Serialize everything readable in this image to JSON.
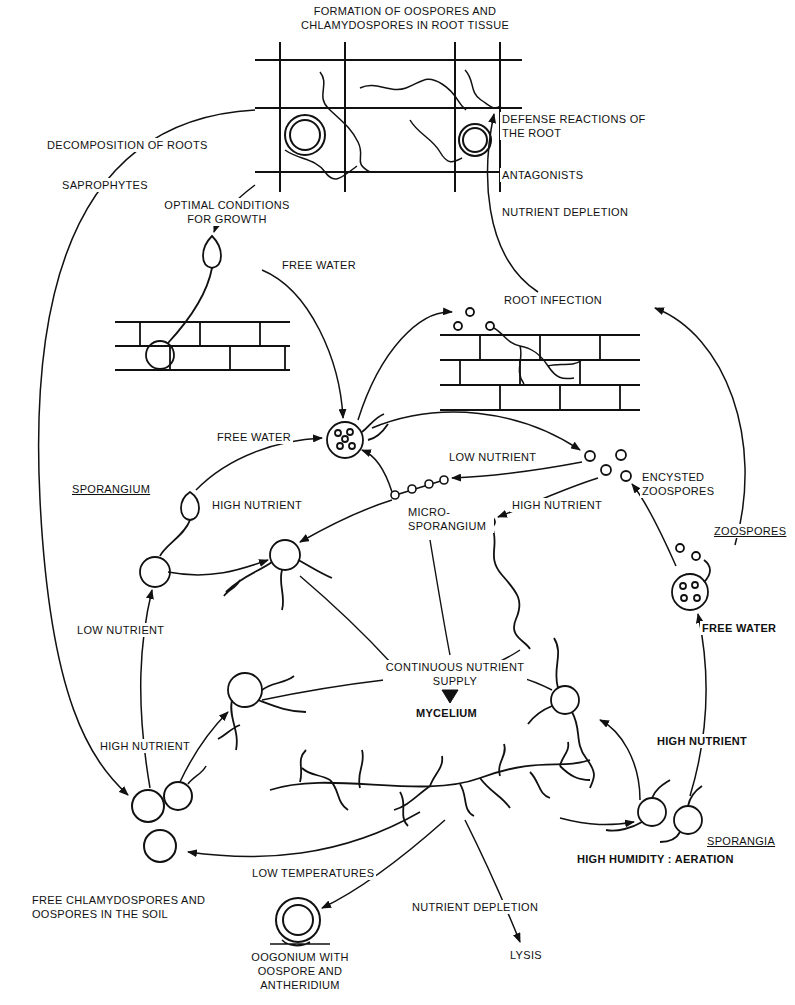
{
  "diagram": {
    "labels": [
      "FORMATION OF OOSPORES AND CHLAMYDOSPORES IN ROOT TISSUE",
      "DEFENSE REACTIONS OF THE ROOT",
      "DECOMPOSITION OF ROOTS",
      "ANTAGONISTS",
      "SAPROPHYTES",
      "OPTIMAL CONDITIONS FOR GROWTH",
      "NUTRIENT DEPLETION",
      "FREE WATER",
      "ROOT INFECTION",
      "FREE WATER",
      "LOW NUTRIENT",
      "ENCYSTED ZOOSPORES",
      "SPORANGIUM",
      "HIGH NUTRIENT",
      "HIGH NUTRIENT",
      "MICRO- SPORANGIUM",
      "ZOOSPORES",
      "LOW NUTRIENT",
      "FREE WATER",
      "CONTINUOUS NUTRIENT SUPPLY",
      "MYCELIUM",
      "HIGH NUTRIENT",
      "HIGH NUTRIENT",
      "SPORANGIA",
      "HIGH HUMIDITY : AERATION",
      "LOW TEMPERATURES",
      "FREE CHLAMYDOSPORES AND OOSPORES IN THE SOIL",
      "NUTRIENT DEPLETION",
      "LYSIS",
      "OOGONIUM WITH OOSPORE AND ANTHERIDIUM"
    ]
  }
}
